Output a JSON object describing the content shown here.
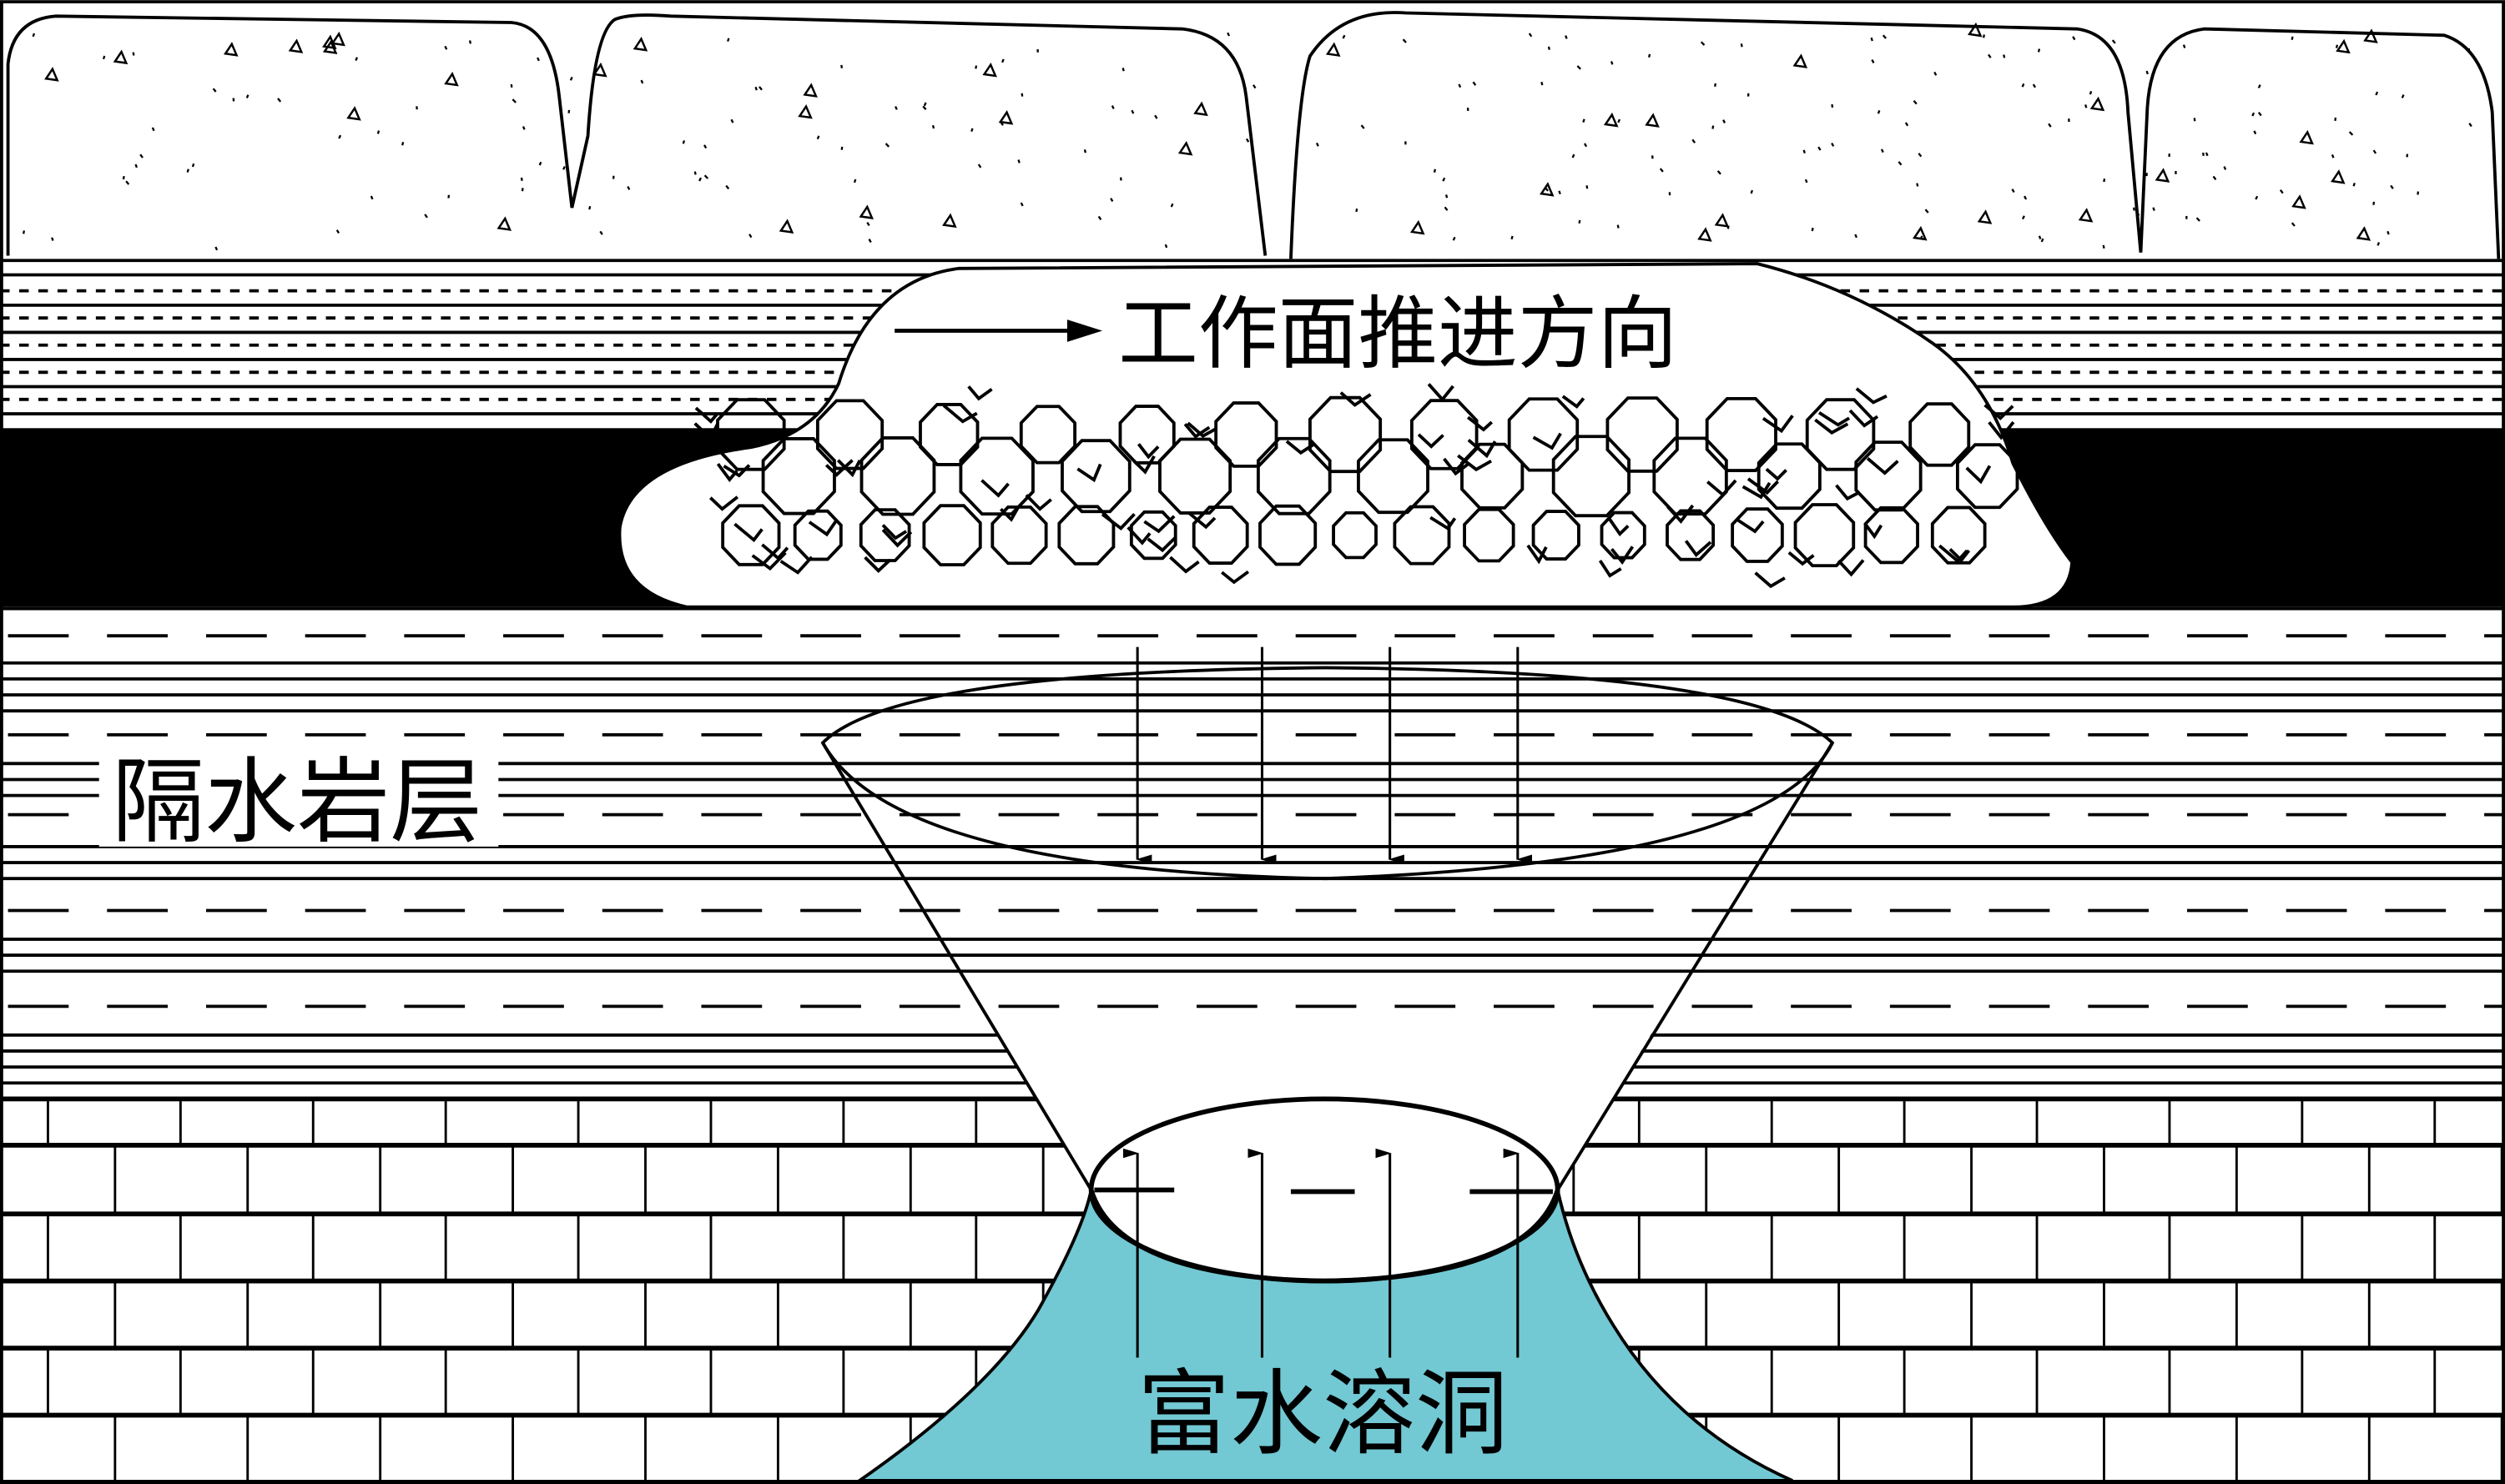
{
  "labels": {
    "advance_direction": "工作面推进方向",
    "aquiclude": "隔水岩层",
    "karst_cave": "富水溶洞"
  },
  "colors": {
    "water": "#72C8D3",
    "coal": "#000000",
    "line": "#000000",
    "background": "#ffffff"
  },
  "icons": {
    "advance_arrow": "arrow-right-icon",
    "pressure_arrows": "arrow-down-icon",
    "water_inrush_arrows": "arrow-up-icon"
  }
}
